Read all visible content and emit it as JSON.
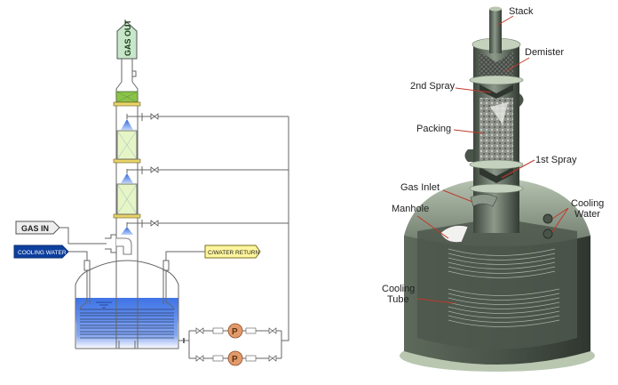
{
  "schematic": {
    "labels": {
      "gas_out": "GAS OUT",
      "gas_in": "GAS IN",
      "cooling_water": "COOLING WATER",
      "water_return": "C/WATER RETURN",
      "pump_symbol": "P"
    },
    "colors": {
      "gas_out_fill": "#c8e6c9",
      "gas_in_fill": "#eeeeee",
      "cooling_water_fill": "#0d3f9e",
      "water_return_fill": "#fff59d",
      "packing_fill": "#e6f5c6",
      "demister_fill": "#8bc34a",
      "flange_fill": "#e8d36a",
      "spray_fill": "#5b8fe0",
      "water_fill": "#4a7fe8",
      "pump_fill": "#e39a6a"
    }
  },
  "illustration": {
    "callouts": [
      {
        "id": "stack",
        "text": "Stack"
      },
      {
        "id": "demister",
        "text": "Demister"
      },
      {
        "id": "spray2",
        "text": "2nd Spray"
      },
      {
        "id": "packing",
        "text": "Packing"
      },
      {
        "id": "spray1",
        "text": "1st Spray"
      },
      {
        "id": "gas-inlet",
        "text": "Gas Inlet"
      },
      {
        "id": "manhole",
        "text": "Manhole"
      },
      {
        "id": "cooling-water-1",
        "text": "Cooling"
      },
      {
        "id": "cooling-water-2",
        "text": "Water"
      },
      {
        "id": "cooling-tube-1",
        "text": "Cooling"
      },
      {
        "id": "cooling-tube-2",
        "text": "Tube"
      }
    ]
  }
}
